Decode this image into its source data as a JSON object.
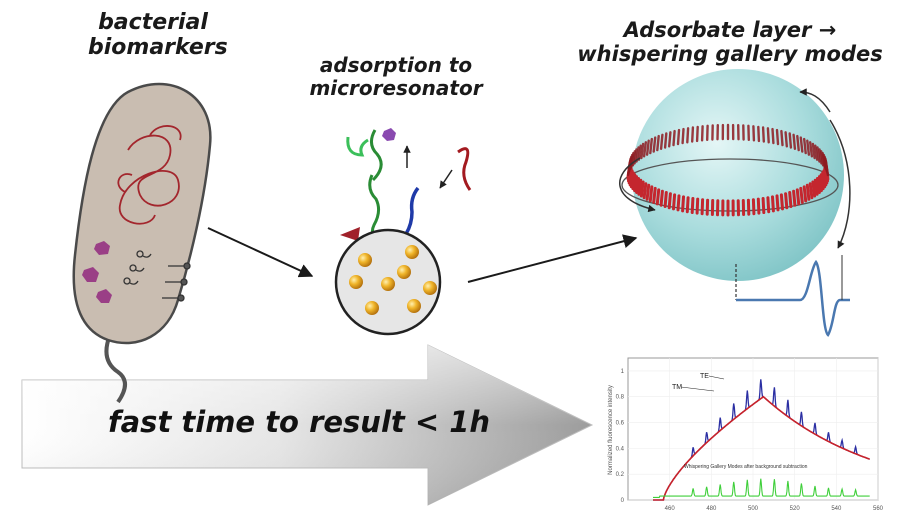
{
  "labels": {
    "bacteria": [
      "bacterial",
      "biomarkers"
    ],
    "adsorption": [
      "adsorption to",
      "microresonator"
    ],
    "whispering": [
      "Adsorbate layer →",
      "whispering gallery modes"
    ],
    "arrow_text": "fast time to result < 1h"
  },
  "spectrum": {
    "ylabel": "Normalized fluorescence intensity",
    "annotation_te": "TE",
    "annotation_tm": "TM",
    "green_caption": "Whispering Gallery Modes after background subtraction",
    "x_ticks": [
      "460",
      "480",
      "500",
      "520",
      "540",
      "560"
    ],
    "y_ticks": [
      "1",
      "0.8",
      "0.6",
      "0.4",
      "0.2",
      "0"
    ]
  },
  "colors": {
    "cell_fill": "#c9bdb1",
    "dna": "#a3262d",
    "ring": "#c4262e",
    "sphere": "#a9dcdd",
    "arrow_gray": "#cfcfcf",
    "bead": "#e0a21f",
    "blue_curve": "#2b2fa3",
    "red_curve": "#c8222a",
    "green_curve": "#3fcf3a"
  }
}
